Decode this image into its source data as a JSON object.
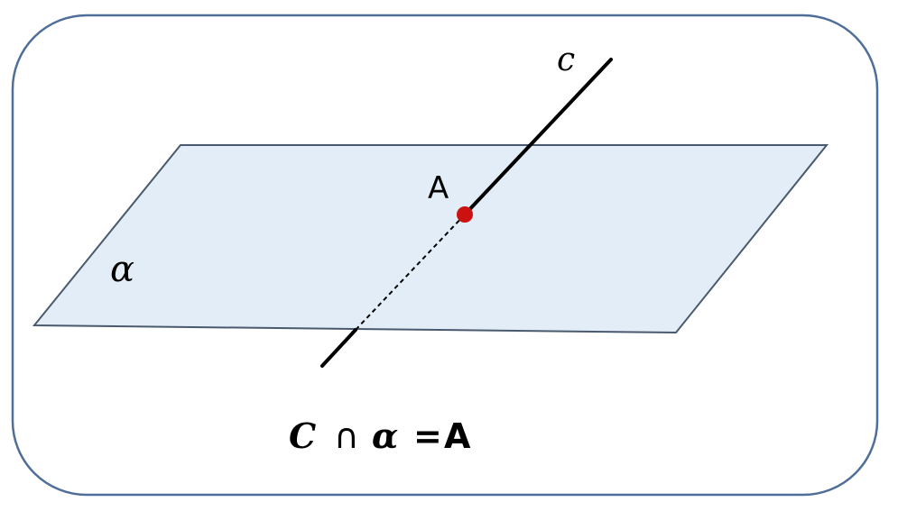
{
  "diagram": {
    "plane_label": "α",
    "line_label": "c",
    "point_label": "A",
    "equation": {
      "lhs": "C",
      "op": "∩",
      "plane": "α",
      "eq": "=",
      "rhs": "A"
    }
  },
  "colors": {
    "plane_fill": "#e3edf7",
    "plane_stroke": "#4a5a6e",
    "frame_stroke": "#4f6e99",
    "line": "#000000",
    "point": "#cc1111"
  }
}
